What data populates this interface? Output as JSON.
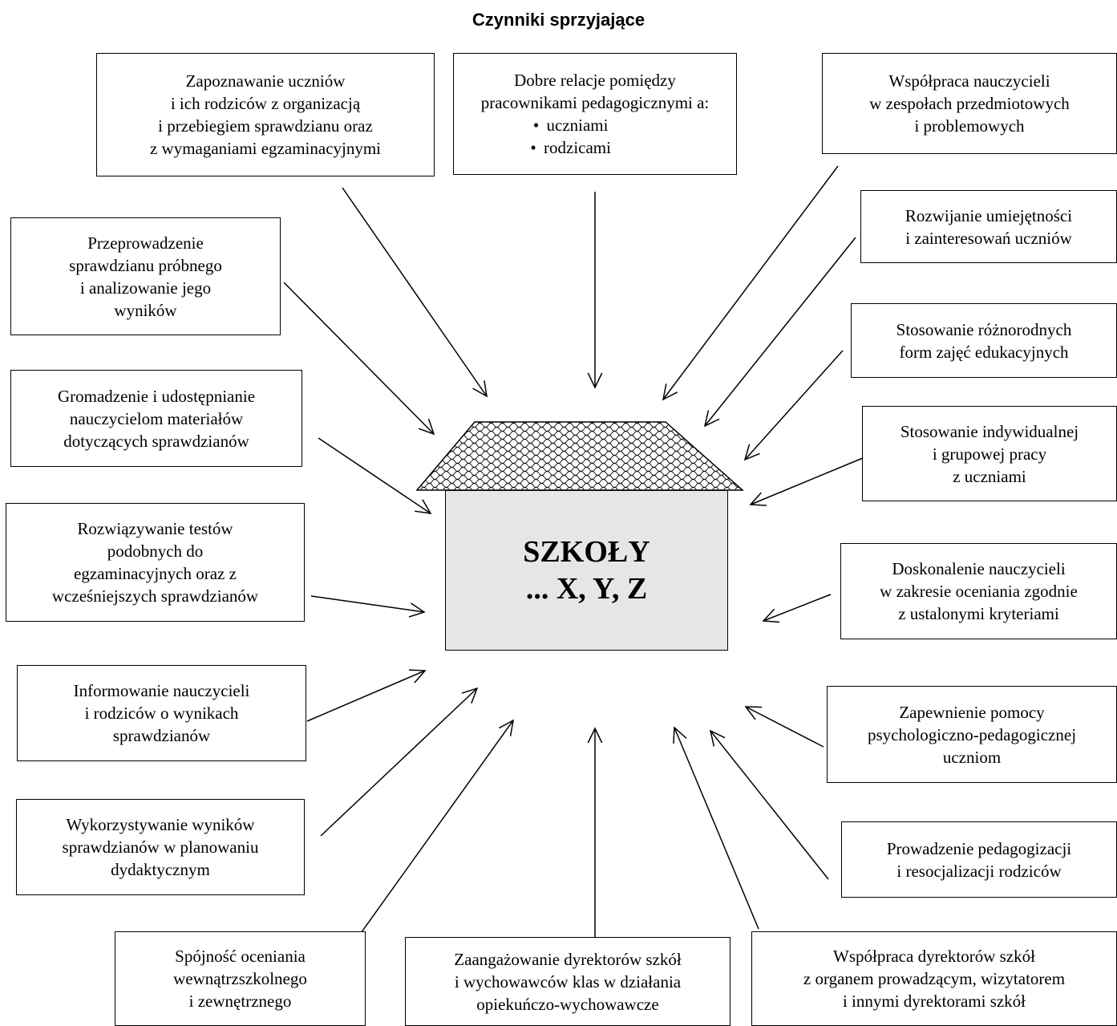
{
  "title": "Czynniki sprzyjające",
  "center": {
    "line1": "SZKOŁY",
    "line2": "... X, Y, Z"
  },
  "boxes": {
    "b1": {
      "lines": [
        "Zapoznawanie uczniów",
        "i ich rodziców z organizacją",
        "i przebiegiem sprawdzianu oraz",
        "z wymaganiami egzaminacyjnymi"
      ]
    },
    "b2": {
      "lines": [
        "Dobre relacje pomiędzy",
        "pracownikami pedagogicznymi a:"
      ],
      "bullets": [
        "uczniami",
        "rodzicami"
      ]
    },
    "b3": {
      "lines": [
        "Współpraca nauczycieli",
        "w zespołach przedmiotowych",
        "i problemowych"
      ]
    },
    "b4": {
      "lines": [
        "Przeprowadzenie",
        "sprawdzianu próbnego",
        "i analizowanie jego",
        "wyników"
      ]
    },
    "b5": {
      "lines": [
        "Rozwijanie umiejętności",
        "i zainteresowań uczniów"
      ]
    },
    "b6": {
      "lines": [
        "Stosowanie różnorodnych",
        "form zajęć edukacyjnych"
      ]
    },
    "b7": {
      "lines": [
        "Gromadzenie i udostępnianie",
        "nauczycielom materiałów",
        "dotyczących sprawdzianów"
      ]
    },
    "b8": {
      "lines": [
        "Stosowanie indywidualnej",
        "i grupowej pracy",
        "z uczniami"
      ]
    },
    "b9": {
      "lines": [
        "Rozwiązywanie testów",
        "podobnych do",
        "egzaminacyjnych oraz z",
        "wcześniejszych sprawdzianów"
      ]
    },
    "b10": {
      "lines": [
        "Doskonalenie nauczycieli",
        "w zakresie oceniania zgodnie",
        "z ustalonymi kryteriami"
      ]
    },
    "b11": {
      "lines": [
        "Informowanie nauczycieli",
        "i rodziców o wynikach",
        "sprawdzianów"
      ]
    },
    "b12": {
      "lines": [
        "Zapewnienie pomocy",
        "psychologiczno-pedagogicznej",
        "uczniom"
      ]
    },
    "b13": {
      "lines": [
        "Wykorzystywanie wyników",
        "sprawdzianów w planowaniu",
        "dydaktycznym"
      ]
    },
    "b14": {
      "lines": [
        "Prowadzenie pedagogizacji",
        "i resocjalizacji rodziców"
      ]
    },
    "b15": {
      "lines": [
        "Spójność oceniania",
        "wewnątrzszkolnego",
        "i zewnętrznego"
      ]
    },
    "b16": {
      "lines": [
        "Zaangażowanie dyrektorów szkół",
        "i wychowawców klas w działania",
        "opiekuńczo-wychowawcze"
      ]
    },
    "b17": {
      "lines": [
        "Współpraca dyrektorów szkół",
        "z organem prowadzącym, wizytatorem",
        "i innymi dyrektorami szkół"
      ]
    }
  }
}
